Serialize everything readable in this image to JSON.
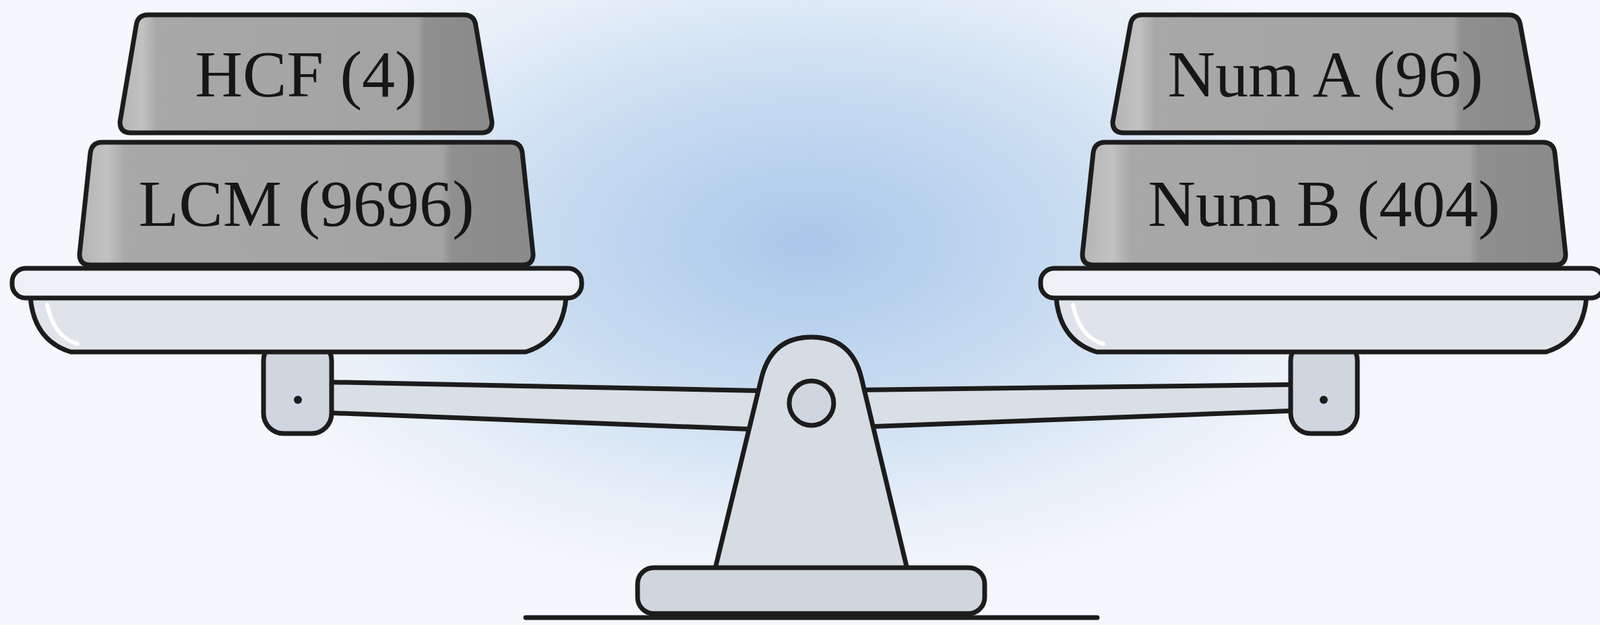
{
  "diagram": {
    "nodes": [
      {
        "text": [
          "HCF (4)"
        ]
      },
      {
        "text": [
          "Num A (96)"
        ]
      },
      {
        "text": [
          "LCM (9696)"
        ]
      },
      {
        "text": [
          "Num B (404)"
        ]
      }
    ]
  }
}
